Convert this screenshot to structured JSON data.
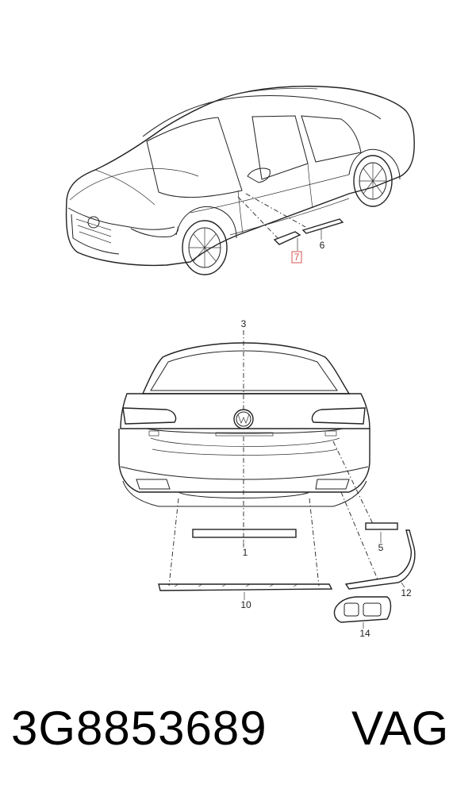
{
  "diagram": {
    "callouts": {
      "c7": "7",
      "c6": "6",
      "c3": "3",
      "c1": "1",
      "c5": "5",
      "c10": "10",
      "c12": "12",
      "c14": "14"
    },
    "highlighted_callout": "7",
    "highlight_color": "#d9534f"
  },
  "footer": {
    "part_number": "3G8853689",
    "brand": "VAG"
  }
}
